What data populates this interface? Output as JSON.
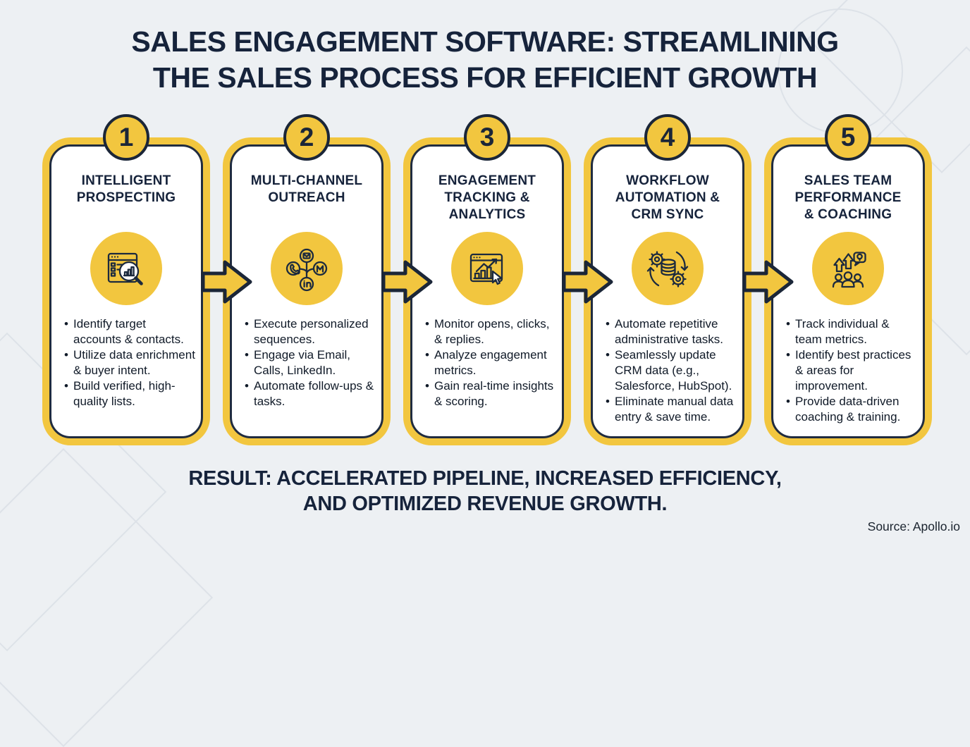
{
  "title": "SALES ENGAGEMENT SOFTWARE: STREAMLINING\nTHE SALES PROCESS FOR EFFICIENT GROWTH",
  "steps": [
    {
      "number": "1",
      "title": "INTELLIGENT\nPROSPECTING",
      "icon": "prospecting-search-icon",
      "bullets": [
        "Identify target accounts & contacts.",
        "Utilize data enrichment & buyer intent.",
        "Build verified, high-quality lists."
      ]
    },
    {
      "number": "2",
      "title": "MULTI-CHANNEL\nOUTREACH",
      "icon": "multichannel-network-icon",
      "bullets": [
        "Execute personalized sequences.",
        "Engage via Email, Calls, LinkedIn.",
        "Automate follow-ups & tasks."
      ]
    },
    {
      "number": "3",
      "title": "ENGAGEMENT\nTRACKING &\nANALYTICS",
      "icon": "analytics-tracking-icon",
      "bullets": [
        "Monitor opens, clicks, & replies.",
        "Analyze engagement metrics.",
        "Gain real-time insights & scoring."
      ]
    },
    {
      "number": "4",
      "title": "WORKFLOW\nAUTOMATION &\nCRM SYNC",
      "icon": "automation-crm-sync-icon",
      "bullets": [
        "Automate repetitive administrative tasks.",
        "Seamlessly update CRM data (e.g., Salesforce, HubSpot).",
        "Eliminate manual data entry & save time."
      ]
    },
    {
      "number": "5",
      "title": "SALES TEAM\nPERFORMANCE\n& COACHING",
      "icon": "team-performance-icon",
      "bullets": [
        "Track individual & team metrics.",
        "Identify best practices & areas for improvement.",
        "Provide data-driven coaching & training."
      ]
    }
  ],
  "result": "RESULT: ACCELERATED PIPELINE, INCREASED EFFICIENCY,\nAND OPTIMIZED REVENUE GROWTH.",
  "source": "Source: Apollo.io",
  "colors": {
    "accent_yellow": "#F2C63F",
    "navy": "#1B2638",
    "background": "#EDF0F3",
    "card_background": "#FFFFFF"
  }
}
